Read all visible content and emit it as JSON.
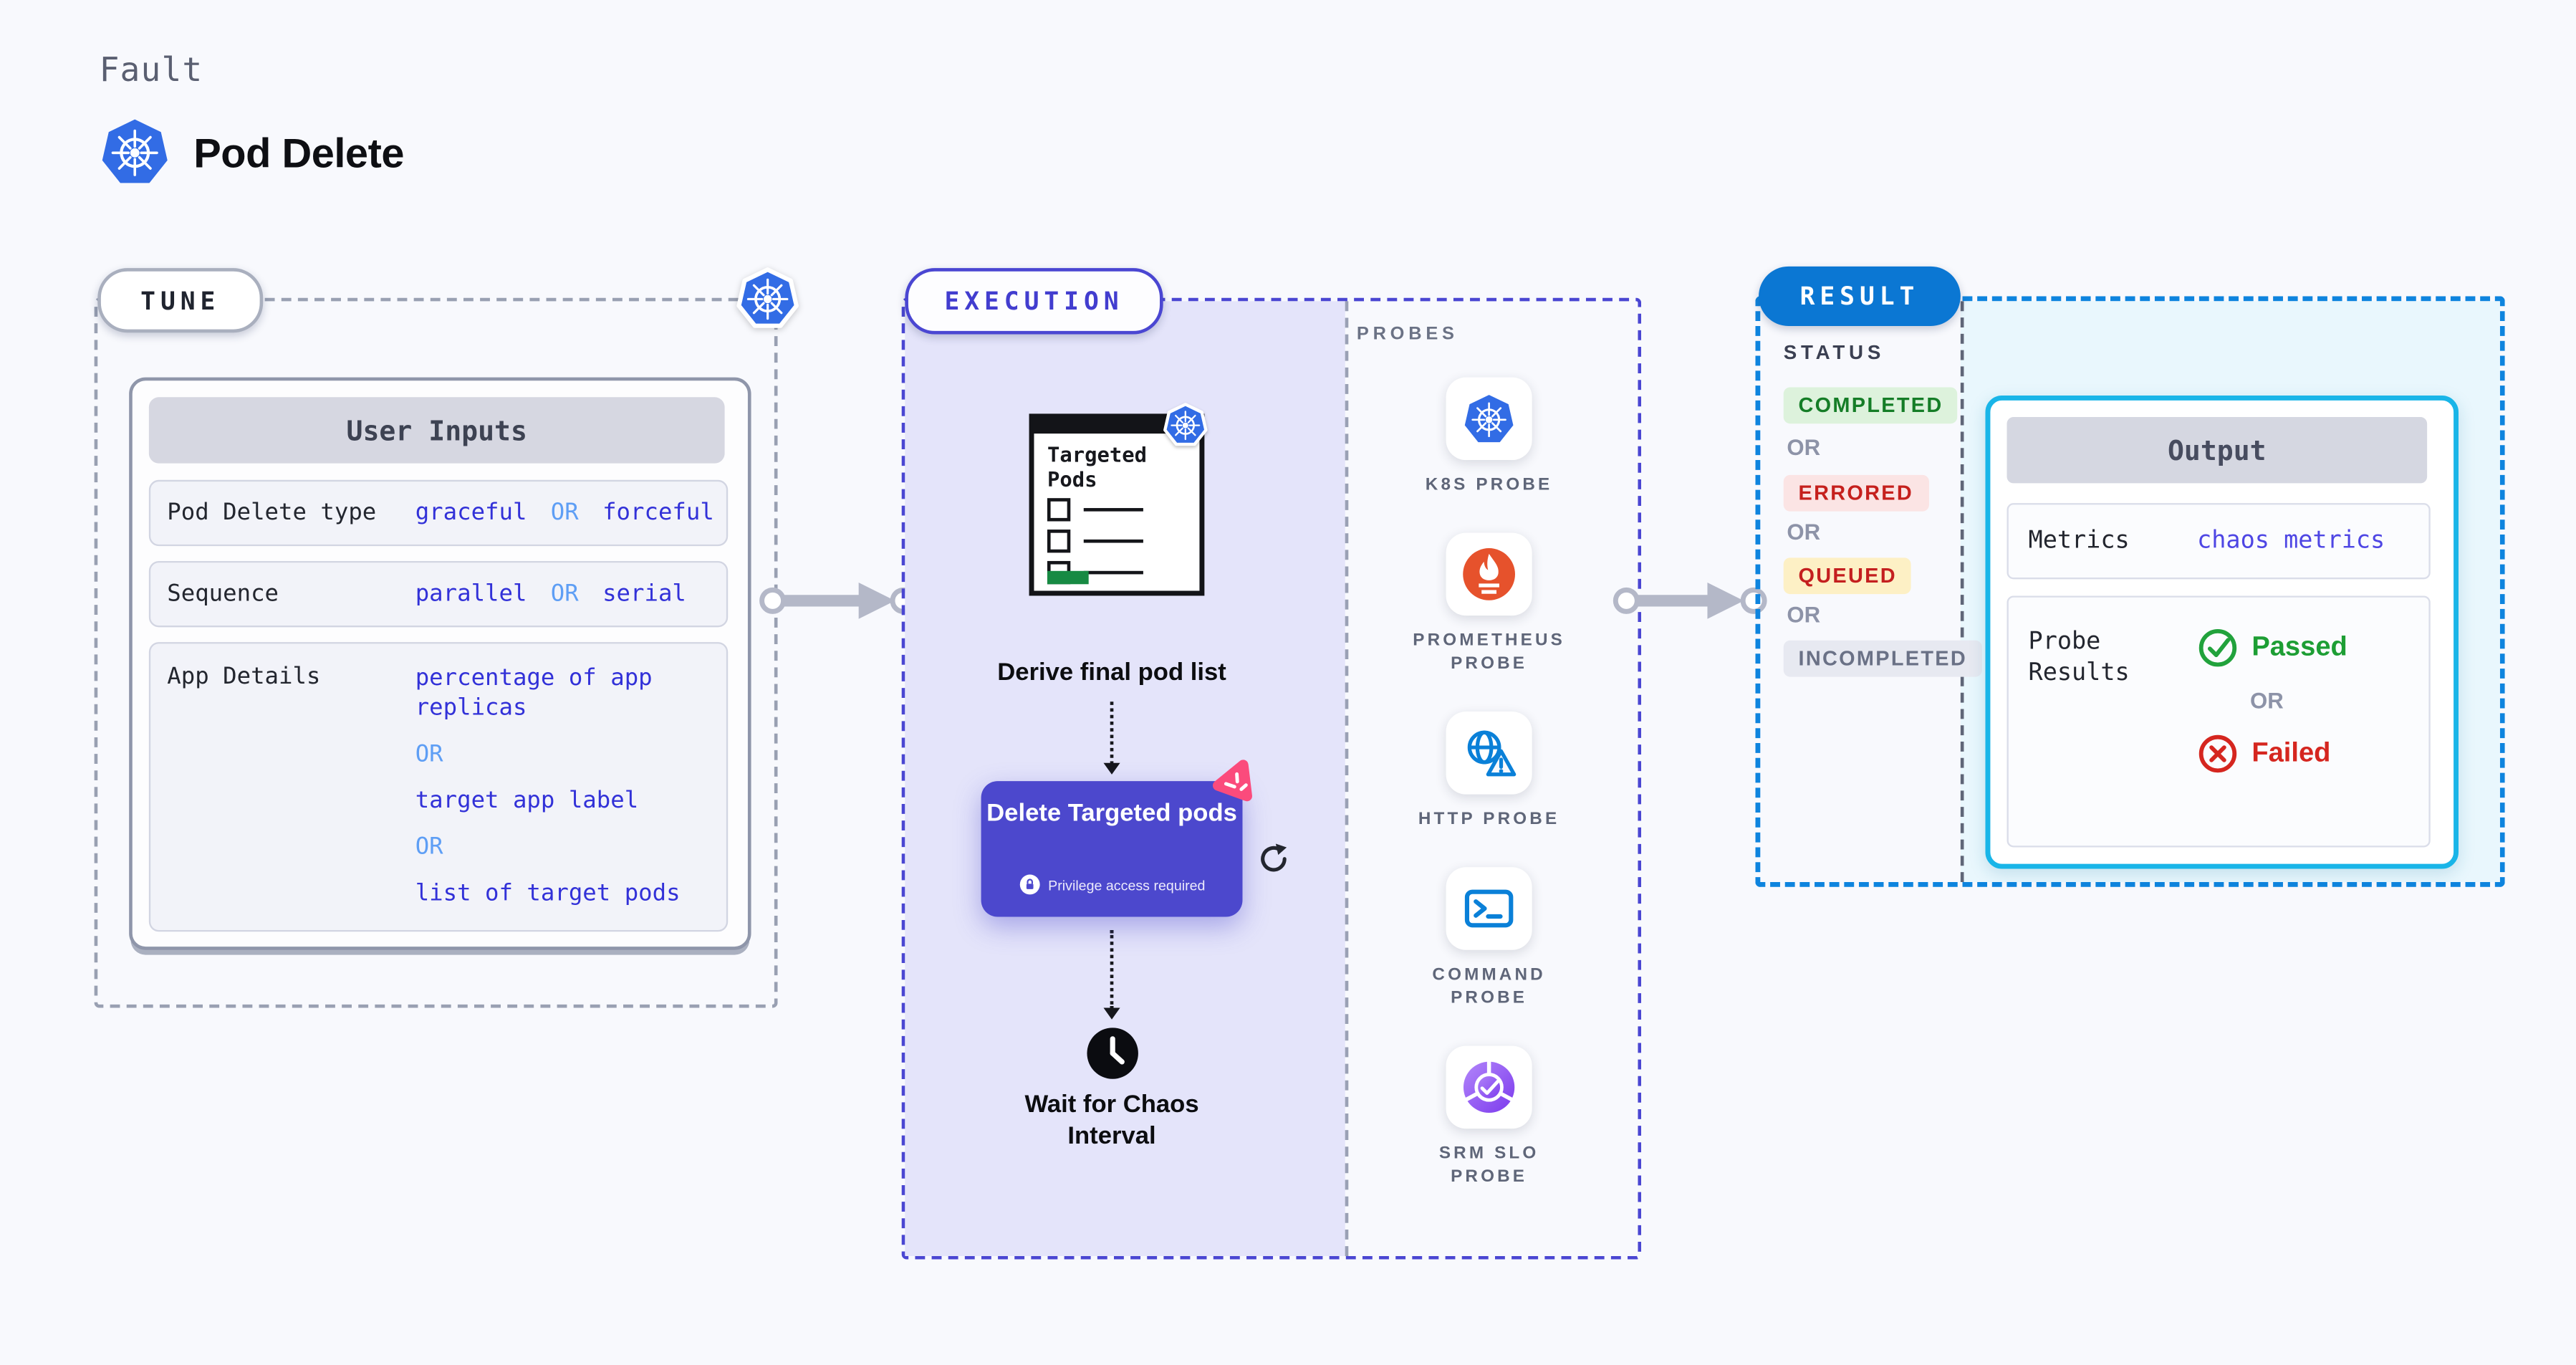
{
  "header": {
    "eyebrow": "Fault",
    "title": "Pod Delete"
  },
  "tune": {
    "pill_label": "TUNE",
    "user_inputs": {
      "title": "User Inputs",
      "row1": {
        "label": "Pod Delete type",
        "v1": "graceful",
        "or": "OR",
        "v2": "forceful"
      },
      "row2": {
        "label": "Sequence",
        "v1": "parallel",
        "or": "OR",
        "v2": "serial"
      },
      "row3": {
        "label": "App Details",
        "v1": "percentage of app replicas",
        "or1": "OR",
        "v2": "target app label",
        "or2": "OR",
        "v3": "list of target pods"
      }
    }
  },
  "execution": {
    "pill_label": "EXECUTION",
    "doc_title": "Targeted Pods",
    "derive_label": "Derive final pod list",
    "delete_button": {
      "title": "Delete Targeted pods",
      "privilege": "Privilege access required"
    },
    "wait_label": "Wait for Chaos Interval",
    "probes": {
      "heading": "PROBES",
      "items": [
        {
          "label": "K8S PROBE",
          "icon": "kubernetes-icon"
        },
        {
          "label": "PROMETHEUS PROBE",
          "icon": "prometheus-icon"
        },
        {
          "label": "HTTP PROBE",
          "icon": "http-globe-icon"
        },
        {
          "label": "COMMAND PROBE",
          "icon": "terminal-icon"
        },
        {
          "label": "SRM SLO PROBE",
          "icon": "slo-pie-icon"
        }
      ]
    }
  },
  "result": {
    "pill_label": "RESULT",
    "status": {
      "heading": "STATUS",
      "separator": "OR",
      "items": [
        {
          "label": "COMPLETED",
          "fg": "#157d27",
          "bg": "#ddf2dc"
        },
        {
          "label": "ERRORED",
          "fg": "#c5201d",
          "bg": "#fbe4e4"
        },
        {
          "label": "QUEUED",
          "fg": "#c41f1f",
          "bg": "#fdf0c5"
        },
        {
          "label": "INCOMPLETED",
          "fg": "#6a7186",
          "bg": "#e7e9f1"
        }
      ]
    },
    "output": {
      "title": "Output",
      "metrics_label": "Metrics",
      "metrics_value": "chaos metrics",
      "probe_results_label": "Probe Results",
      "passed_label": "Passed",
      "or_label": "OR",
      "failed_label": "Failed"
    }
  },
  "colors": {
    "accent_indigo": "#4a46d2",
    "accent_blue": "#0b77d3",
    "accent_cyan": "#19b5e8",
    "kubernetes_blue": "#326ce5",
    "value_blue": "#3231d8",
    "or_blue": "#5e9ef5",
    "passed_green": "#1d9e34",
    "failed_red": "#d5261f",
    "litmus_pink": "#fb4b7c",
    "prometheus_orange": "#e6522c"
  }
}
